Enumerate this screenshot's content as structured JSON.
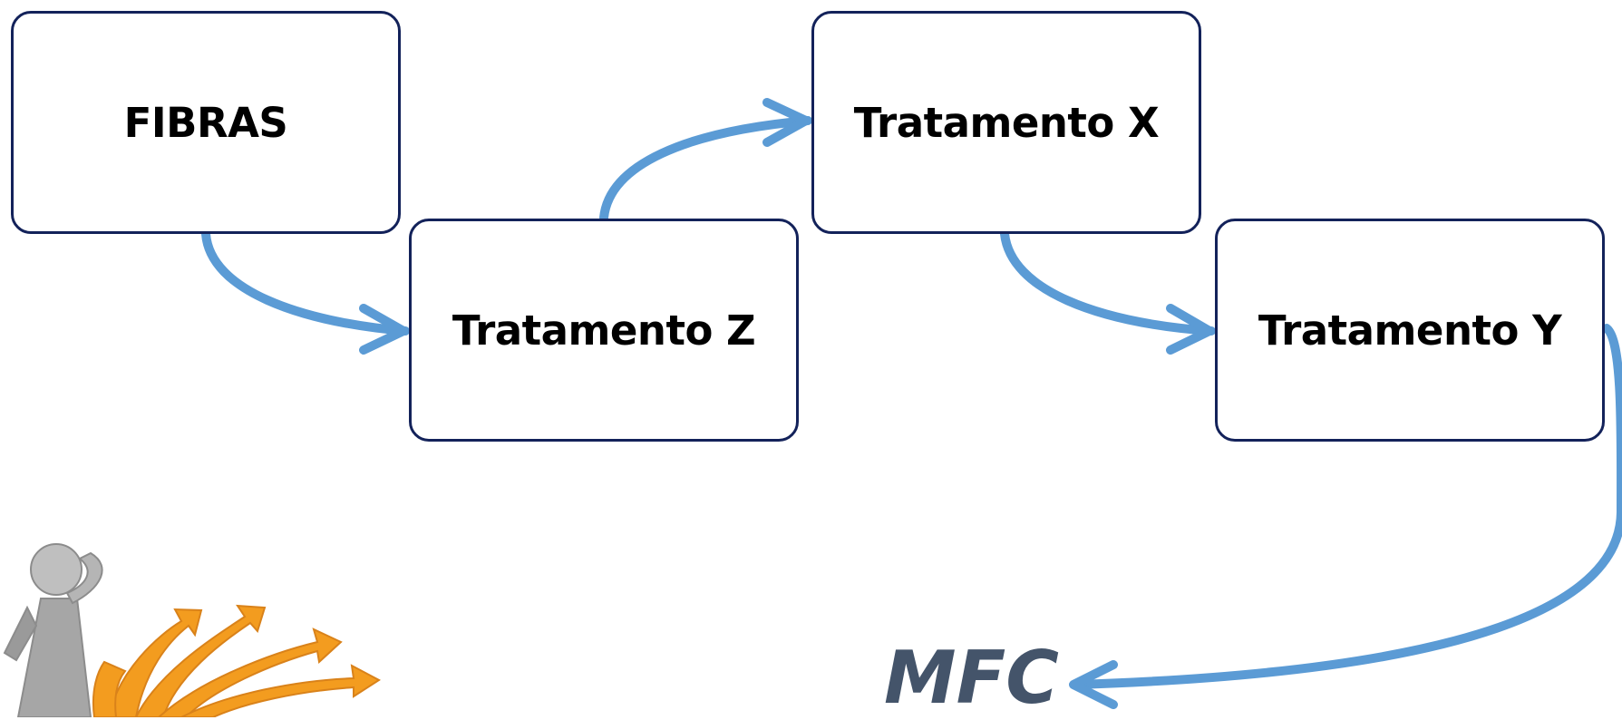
{
  "nodes": {
    "fibras": "FIBRAS",
    "treatment_z": "Tratamento Z",
    "treatment_x": "Tratamento X",
    "treatment_y": "Tratamento Y"
  },
  "result": {
    "label": "MFC"
  },
  "colors": {
    "box_border": "#13225a",
    "arrow": "#5b9bd5",
    "result_text": "#44546a",
    "orange_arrows": "#f39c1f",
    "figure_gray": "#a6a6a6"
  },
  "decoration": {
    "icon": "thinking-person-with-branching-arrows-icon"
  }
}
